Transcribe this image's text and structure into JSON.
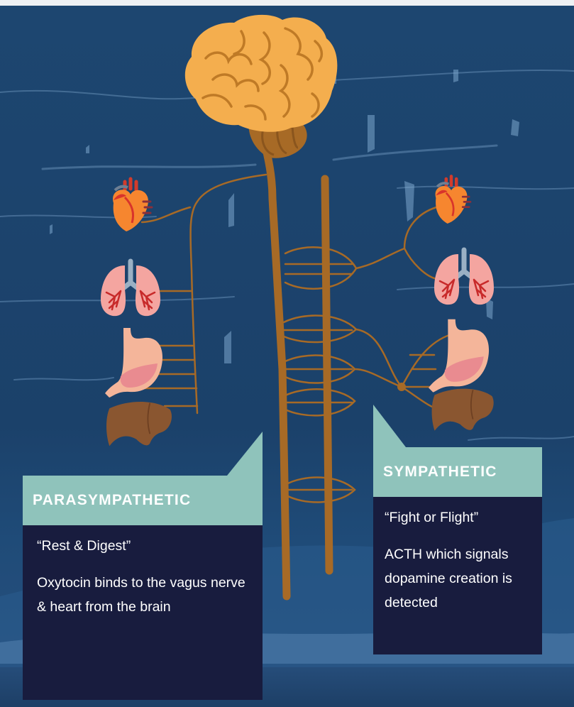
{
  "parasympathetic": {
    "title": "PARASYMPATHETIC",
    "tagline": "“Rest & Digest”",
    "description": "Oxytocin binds to the vagus nerve & heart from the brain"
  },
  "sympathetic": {
    "title": "SYMPATHETIC",
    "tagline": "“Fight or Flight”",
    "description": "ACTH which signals dopamine creation is detected"
  },
  "colors": {
    "background": "#1b416a",
    "nerve": "#a76a26",
    "brain": "#f4ae4e",
    "panel_header": "#8fc3bb",
    "panel_body": "#181c3e"
  },
  "icons": [
    "brain-icon",
    "heart-icon",
    "lungs-icon",
    "stomach-icon",
    "liver-icon"
  ]
}
